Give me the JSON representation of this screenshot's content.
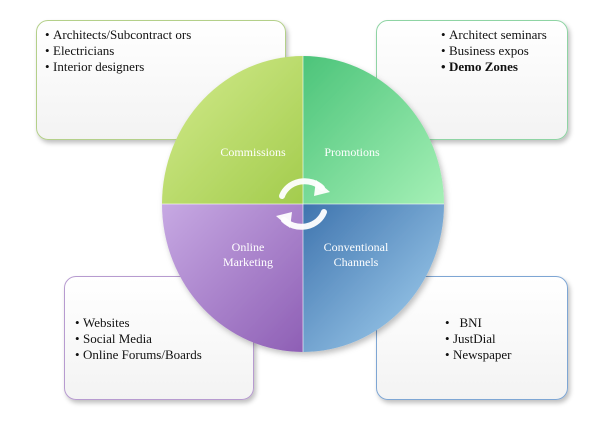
{
  "quadrants": {
    "commissions": {
      "label": "Commissions",
      "color": "#b3d55e"
    },
    "promotions": {
      "label": "Promotions",
      "color": "#5fcf88"
    },
    "online_marketing": {
      "label_line1": "Online",
      "label_line2": "Marketing",
      "color": "#a57bc7"
    },
    "conventional_channels": {
      "label_line1": "Conventional",
      "label_line2": "Channels",
      "color": "#4f86c0"
    }
  },
  "boxes": {
    "top_left": {
      "items": [
        {
          "bullet": "•",
          "text": "Architects/Subcontract ors"
        },
        {
          "bullet": "•",
          "text": "Electricians"
        },
        {
          "bullet": "•",
          "text": "Interior designers"
        }
      ]
    },
    "top_right": {
      "items": [
        {
          "bullet": "•",
          "text": "Architect seminars"
        },
        {
          "bullet": "•",
          "text": "Business expos"
        },
        {
          "bullet": "•",
          "text": "Demo Zones"
        }
      ]
    },
    "bottom_left": {
      "items": [
        {
          "bullet": "•",
          "text": "Websites"
        },
        {
          "bullet": "•",
          "text": "Social Media"
        },
        {
          "bullet": "•",
          "text": "Online Forums/Boards"
        }
      ]
    },
    "bottom_right": {
      "items": [
        {
          "bullet": "•",
          "text": "  BNI"
        },
        {
          "bullet": "•",
          "text": "JustDial"
        },
        {
          "bullet": "•",
          "text": "Newspaper"
        }
      ]
    }
  },
  "center_icon": "circular-arrows-icon"
}
